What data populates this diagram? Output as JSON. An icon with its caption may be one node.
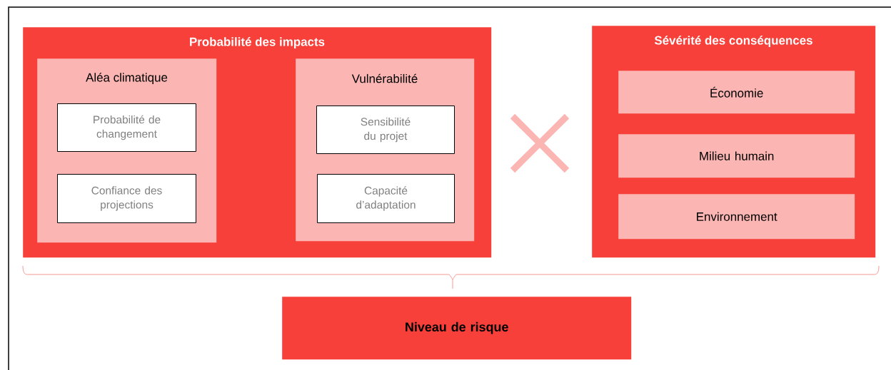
{
  "diagram": {
    "nodes": [
      {
        "text": [
          "Probabilité des impacts"
        ]
      },
      {
        "text": [
          "Aléa climatique"
        ],
        "in": 0
      },
      {
        "text": [
          "Probabilité de changement"
        ],
        "in": 1
      },
      {
        "text": [
          "Confiance des projections"
        ],
        "in": 1
      },
      {
        "text": [
          "Vulnérabilité"
        ],
        "in": 0
      },
      {
        "text": [
          "Sensibilité du projet"
        ],
        "in": 4
      },
      {
        "text": [
          "Capacité d’adaptation"
        ],
        "in": 4
      },
      {
        "text": [
          "Sévérité des conséquences"
        ]
      },
      {
        "text": [
          "Économie"
        ],
        "in": 7
      },
      {
        "text": [
          "Milieu humain"
        ],
        "in": 7
      },
      {
        "text": [
          "Environnement"
        ],
        "in": 7
      },
      {
        "text": [
          "Niveau de risque"
        ]
      }
    ]
  }
}
